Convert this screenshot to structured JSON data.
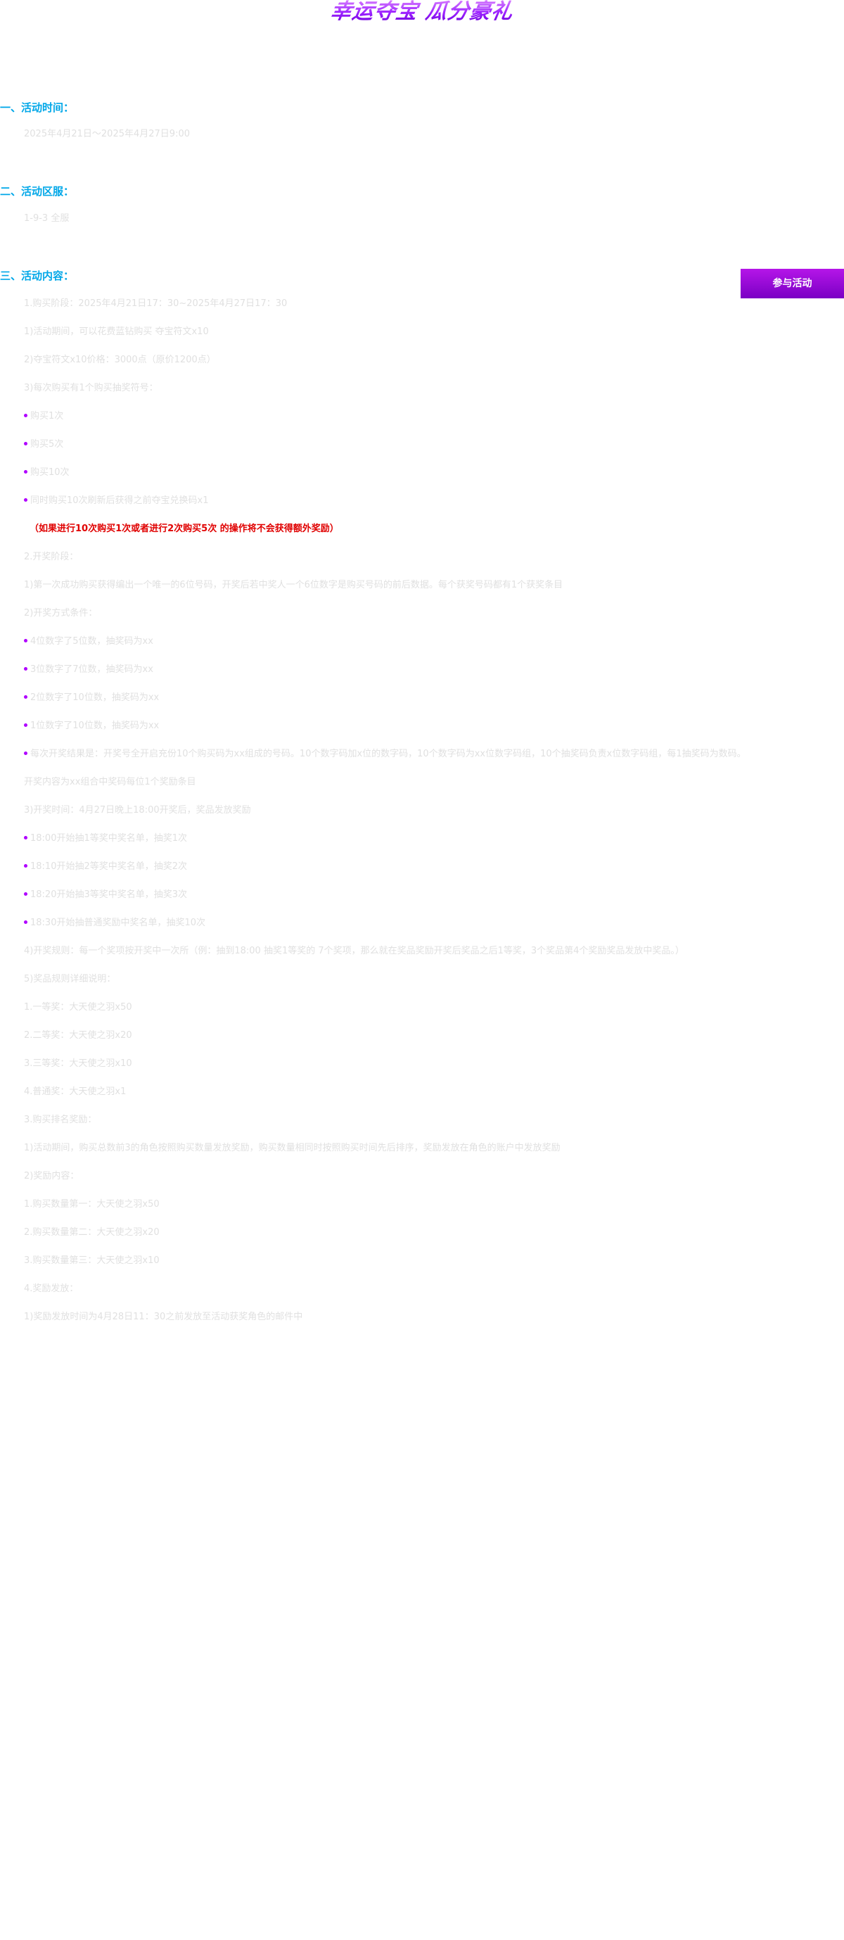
{
  "header": {
    "logo_text": "幸运夺宝 瓜分豪礼"
  },
  "join_button": {
    "label": "参与活动"
  },
  "sections": {
    "time": {
      "title": "一、活动时间：",
      "text": "2025年4月21日～2025年4月27日9:00"
    },
    "server": {
      "title": "二、活动区服：",
      "text": "1-9-3 全服"
    },
    "content": {
      "title": "三、活动内容：",
      "lines": [
        "1.购买阶段：2025年4月21日17：30~2025年4月27日17：30",
        "1)活动期间，可以花费蓝钻购买 夺宝符文x10",
        "2)夺宝符文x10价格：3000点（原价1200点）",
        "3)每次购买有1个购买抽奖符号：",
        "购买1次",
        "购买5次",
        "购买10次",
        "同时购买10次刷新后获得之前夺宝兑换码x1",
        "（如果进行10次购买1次或者进行2次购买5次 的操作将不会获得额外奖励）",
        "2.开奖阶段：",
        "1)第一次成功购买获得编出一个唯一的6位号码，开奖后若中奖人一个6位数字是购买号码的前后数据。每个获奖号码都有1个获奖条目",
        "2)开奖方式条件：",
        "4位数字了5位数，抽奖码为xx",
        "3位数字了7位数，抽奖码为xx",
        "2位数字了10位数，抽奖码为xx",
        "1位数字了10位数，抽奖码为xx",
        "每次开奖结果是：开奖号全开启充份10个购买码为xx组成的号码。10个数字码加x位的数字码，10个数字码为xx位数字码组，10个抽奖码负责x位数字码组，每1抽奖码为数码。",
        "开奖内容为xx组合中奖码每位1个奖励条目",
        "3)开奖时间：4月27日晚上18:00开奖后，奖品发放奖励",
        "18:00开始抽1等奖中奖名单，抽奖1次",
        "18:10开始抽2等奖中奖名单，抽奖2次",
        "18:20开始抽3等奖中奖名单，抽奖3次",
        "18:30开始抽普通奖励中奖名单，抽奖10次",
        "4)开奖规则：每一个奖项按开奖中一次所（例：抽到18:00 抽奖1等奖的 7个奖项，那么就在奖品奖励开奖后奖品之后1等奖，3个奖品第4个奖励奖品发放中奖品。）",
        "5)奖品规则详细说明：",
        "1.一等奖：大天使之羽x50",
        "2.二等奖：大天使之羽x20",
        "3.三等奖：大天使之羽x10",
        "4.普通奖：大天使之羽x1",
        "3.购买排名奖励：",
        "1)活动期间，购买总数前3的角色按照购买数量发放奖励，购买数量相同时按照购买时间先后排序，奖励发放在角色的账户中发放奖励",
        "2)奖励内容：",
        "1.购买数量第一：大天使之羽x50",
        "2.购买数量第二：大天使之羽x20",
        "3.购买数量第三：大天使之羽x10",
        "4.奖励发放：",
        "1)奖励发放时间为4月28日11：30之前发放至活动获奖角色的邮件中"
      ]
    }
  },
  "colors": {
    "section_title": "#00a7e8",
    "body_text": "#e0e0e0",
    "bullet": "#b000ff",
    "notice": "#e00000",
    "button_top": "#b516e8",
    "button_bottom": "#7a00c4"
  }
}
